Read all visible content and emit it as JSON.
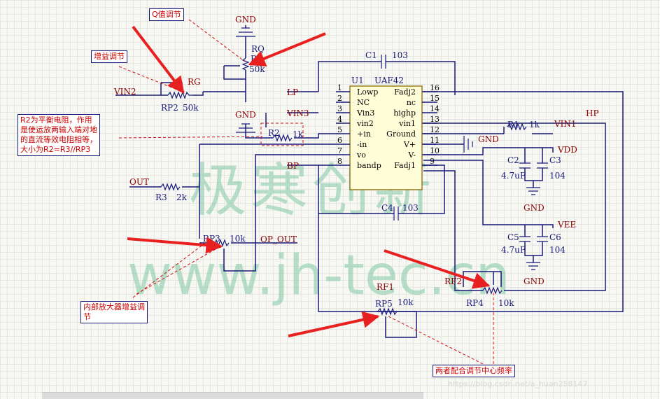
{
  "annotations": {
    "q_adjust": "Q值调节",
    "gain_adjust": "增益调节",
    "r2_note": "R2为平衡电阻，作用\n是使运放两输入端对地\n的直流等效电阻相等，\n大小为R2=R3//RP3",
    "internal_gain": "内部放大器增益调\n节",
    "center_freq": "两者配合调节中心频率"
  },
  "watermark": {
    "line1": "极寒创新",
    "line2": "www.jh-tec.cn"
  },
  "footer": "https://blog.csdn.net/a_huan258147",
  "chip": {
    "ref": "U1",
    "part": "UAF42",
    "left_pins": [
      {
        "num": "1",
        "name": "Lowp"
      },
      {
        "num": "2",
        "name": "NC"
      },
      {
        "num": "3",
        "name": "Vin3"
      },
      {
        "num": "4",
        "name": "vin2"
      },
      {
        "num": "5",
        "name": "+in"
      },
      {
        "num": "6",
        "name": "-in"
      },
      {
        "num": "7",
        "name": "vo"
      },
      {
        "num": "8",
        "name": "bandp"
      }
    ],
    "right_pins": [
      {
        "num": "16",
        "name": "Fadj2"
      },
      {
        "num": "15",
        "name": "nc"
      },
      {
        "num": "14",
        "name": "highp"
      },
      {
        "num": "13",
        "name": "vin1"
      },
      {
        "num": "12",
        "name": "Ground"
      },
      {
        "num": "11",
        "name": "V+"
      },
      {
        "num": "10",
        "name": "V-"
      },
      {
        "num": "9",
        "name": "Fadj1"
      }
    ]
  },
  "components": {
    "c1": {
      "ref": "C1",
      "value": "103"
    },
    "c4": {
      "ref": "C4",
      "value": "103"
    },
    "c2": {
      "ref": "C2",
      "value": "4.7uF"
    },
    "c3": {
      "ref": "C3",
      "value": "104"
    },
    "c5": {
      "ref": "C5",
      "value": "4.7uF"
    },
    "c6": {
      "ref": "C6",
      "value": "104"
    },
    "r1": {
      "ref": "R1",
      "value": "1k"
    },
    "r2": {
      "ref": "R2",
      "value": "1k"
    },
    "r3": {
      "ref": "R3",
      "value": "2k"
    },
    "rq": {
      "ref": "RQ",
      "sub": "R1",
      "value": "50k"
    },
    "rp2": {
      "ref": "RP2",
      "value": "50k"
    },
    "rp3": {
      "ref": "RP3",
      "value": "10k"
    },
    "rp4": {
      "ref": "RP4",
      "value": "10k"
    },
    "rp5": {
      "ref": "RP5",
      "value": "10k"
    },
    "rg": "RG",
    "rf1": "RF1",
    "rf2": "RF2"
  },
  "nets": {
    "gnd": "GND",
    "vin2": "VIN2",
    "vin3": "VIN3",
    "lp": "LP",
    "bp": "BP",
    "hp": "HP",
    "vin1": "VIN1",
    "vdd": "VDD",
    "vee": "VEE",
    "out": "OUT",
    "op_out": "OP_OUT"
  }
}
